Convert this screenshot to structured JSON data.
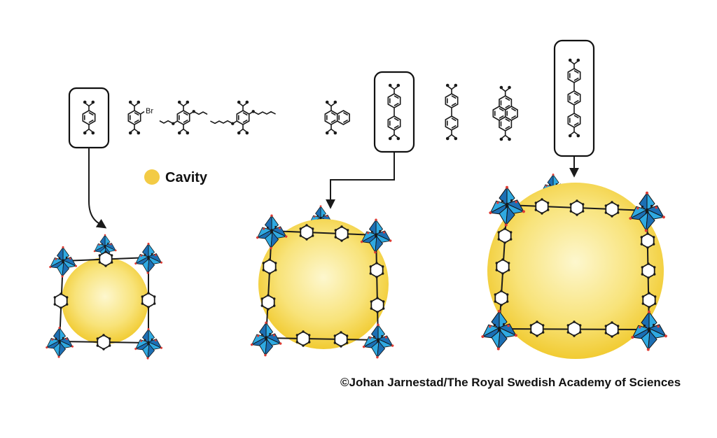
{
  "legend": {
    "label": "Cavity"
  },
  "annotations": {
    "br_label": "Br"
  },
  "credit": {
    "text": "©Johan Jarnestad/The Royal Swedish Academy of Sciences"
  },
  "colors": {
    "cavity_center": "#FDF7CE",
    "cavity_mid": "#F8E37A",
    "cavity_edge": "#EFC31A",
    "cavity_solid": "#F3CB45",
    "octa_light": "#2FA9E1",
    "octa_dark": "#1C6FB4",
    "oxygen_red": "#DD3B33",
    "line_black": "#1a1a1a",
    "background": "#FFFFFF"
  },
  "linkers": [
    {
      "id": "benzene-dicarboxylate",
      "boxed": true
    },
    {
      "id": "bromo-benzene-dicarboxylate",
      "boxed": false
    },
    {
      "id": "alkoxy-benzene-dicarboxylate-short",
      "boxed": false
    },
    {
      "id": "alkoxy-benzene-dicarboxylate-long",
      "boxed": false
    },
    {
      "id": "naphthalene-dicarboxylate",
      "boxed": false
    },
    {
      "id": "biphenyl-dicarboxylate",
      "boxed": true
    },
    {
      "id": "biphenyl-dicarboxylate-thin",
      "boxed": false
    },
    {
      "id": "pyrene-dicarboxylate",
      "boxed": false
    },
    {
      "id": "terphenyl-dicarboxylate",
      "boxed": true
    }
  ],
  "structures": [
    {
      "id": "mof-small",
      "cavity": "small",
      "rings_per_edge": 1
    },
    {
      "id": "mof-medium",
      "cavity": "medium",
      "rings_per_edge": 2
    },
    {
      "id": "mof-large",
      "cavity": "large",
      "rings_per_edge": 3
    }
  ]
}
